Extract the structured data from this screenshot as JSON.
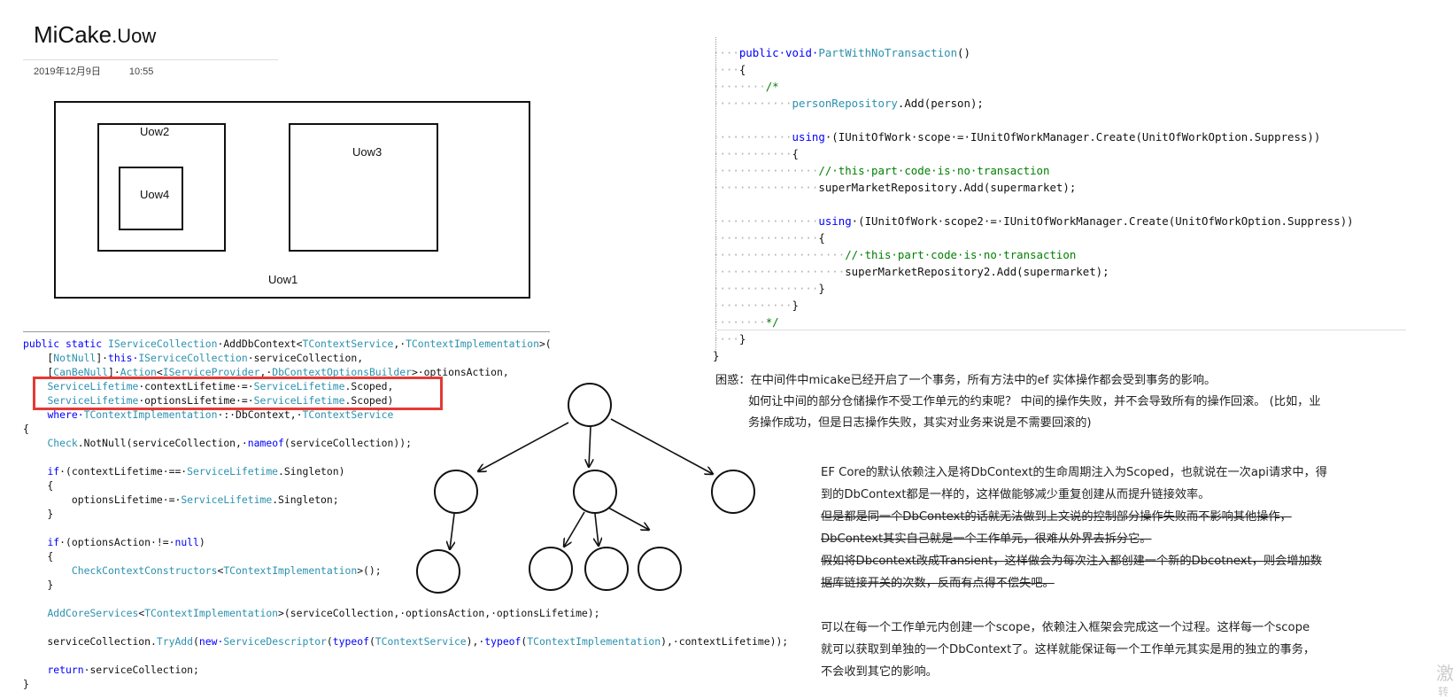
{
  "header": {
    "title_main": "MiCake",
    "title_suffix": ".Uow",
    "date": "2019年12月9日",
    "time": "10:55"
  },
  "uow_diagram": {
    "labels": [
      "Uow1",
      "Uow2",
      "Uow3",
      "Uow4"
    ]
  },
  "left_code": [
    [
      [
        "kw",
        "public static "
      ],
      [
        "ty",
        "IServiceCollection"
      ],
      [
        "",
        "·AddDbContext<"
      ],
      [
        "ty",
        "TContextService"
      ],
      [
        "",
        ",·"
      ],
      [
        "ty",
        "TContextImplementation"
      ],
      [
        "",
        ">("
      ]
    ],
    [
      [
        "",
        "    ["
      ],
      [
        "ty",
        "NotNull"
      ],
      [
        "",
        "]·"
      ],
      [
        "kw",
        "this·"
      ],
      [
        "ty",
        "IServiceCollection"
      ],
      [
        "",
        "·serviceCollection,"
      ]
    ],
    [
      [
        "",
        "    ["
      ],
      [
        "ty",
        "CanBeNull"
      ],
      [
        "",
        "]·"
      ],
      [
        "ty",
        "Action"
      ],
      [
        "",
        "<"
      ],
      [
        "ty",
        "IServiceProvider"
      ],
      [
        "",
        ",·"
      ],
      [
        "ty",
        "DbContextOptionsBuilder"
      ],
      [
        "",
        ">·optionsAction,"
      ]
    ],
    [
      [
        "",
        "    "
      ],
      [
        "ty",
        "ServiceLifetime"
      ],
      [
        "",
        "·contextLifetime·=·"
      ],
      [
        "ty",
        "ServiceLifetime"
      ],
      [
        "",
        ".Scoped,"
      ]
    ],
    [
      [
        "",
        "    "
      ],
      [
        "ty",
        "ServiceLifetime"
      ],
      [
        "",
        "·optionsLifetime·=·"
      ],
      [
        "ty",
        "ServiceLifetime"
      ],
      [
        "",
        ".Scoped)"
      ]
    ],
    [
      [
        "",
        "    "
      ],
      [
        "kw",
        "where·"
      ],
      [
        "ty",
        "TContextImplementation"
      ],
      [
        "",
        "·:·DbContext,·"
      ],
      [
        "ty",
        "TContextService"
      ]
    ],
    [
      [
        "",
        "{"
      ]
    ],
    [
      [
        "",
        "    "
      ],
      [
        "ty",
        "Check"
      ],
      [
        "",
        ".NotNull(serviceCollection,·"
      ],
      [
        "kw",
        "nameof"
      ],
      [
        "",
        "(serviceCollection));"
      ]
    ],
    [
      [
        "",
        ""
      ]
    ],
    [
      [
        "",
        "    "
      ],
      [
        "kw",
        "if"
      ],
      [
        "",
        "·(contextLifetime·==·"
      ],
      [
        "ty",
        "ServiceLifetime"
      ],
      [
        "",
        ".Singleton)"
      ]
    ],
    [
      [
        "",
        "    {"
      ]
    ],
    [
      [
        "",
        "        optionsLifetime·=·"
      ],
      [
        "ty",
        "ServiceLifetime"
      ],
      [
        "",
        ".Singleton;"
      ]
    ],
    [
      [
        "",
        "    }"
      ]
    ],
    [
      [
        "",
        ""
      ]
    ],
    [
      [
        "",
        "    "
      ],
      [
        "kw",
        "if"
      ],
      [
        "",
        "·(optionsAction·!=·"
      ],
      [
        "kw",
        "null"
      ],
      [
        "",
        ")"
      ]
    ],
    [
      [
        "",
        "    {"
      ]
    ],
    [
      [
        "",
        "        "
      ],
      [
        "ty",
        "CheckContextConstructors"
      ],
      [
        "",
        "<"
      ],
      [
        "ty",
        "TContextImplementation"
      ],
      [
        "",
        ">();"
      ]
    ],
    [
      [
        "",
        "    }"
      ]
    ],
    [
      [
        "",
        ""
      ]
    ],
    [
      [
        "",
        "    "
      ],
      [
        "ty",
        "AddCoreServices"
      ],
      [
        "",
        "<"
      ],
      [
        "ty",
        "TContextImplementation"
      ],
      [
        "",
        ">(serviceCollection,·optionsAction,·optionsLifetime);"
      ]
    ],
    [
      [
        "",
        ""
      ]
    ],
    [
      [
        "",
        "    serviceCollection."
      ],
      [
        "ty",
        "TryAdd"
      ],
      [
        "",
        "("
      ],
      [
        "kw",
        "new·"
      ],
      [
        "ty",
        "ServiceDescriptor"
      ],
      [
        "",
        "("
      ],
      [
        "kw",
        "typeof"
      ],
      [
        "",
        "("
      ],
      [
        "ty",
        "TContextService"
      ],
      [
        "",
        "),·"
      ],
      [
        "kw",
        "typeof"
      ],
      [
        "",
        "("
      ],
      [
        "ty",
        "TContextImplementation"
      ],
      [
        "",
        "),·contextLifetime));"
      ]
    ],
    [
      [
        "",
        ""
      ]
    ],
    [
      [
        "",
        "    "
      ],
      [
        "kw",
        "return"
      ],
      [
        "",
        "·serviceCollection;"
      ]
    ],
    [
      [
        "",
        "}"
      ]
    ]
  ],
  "right_code": [
    [
      [
        "dot",
        "····"
      ],
      [
        "kw",
        "public·void·"
      ],
      [
        "ty",
        "PartWithNoTransaction"
      ],
      [
        "",
        "()"
      ]
    ],
    [
      [
        "dot",
        "····"
      ],
      [
        "",
        "{"
      ]
    ],
    [
      [
        "dot",
        "········"
      ],
      [
        "cm",
        "/*"
      ]
    ],
    [
      [
        "dot",
        "············"
      ],
      [
        "ty",
        "personRepository"
      ],
      [
        "",
        ".Add(person);"
      ]
    ],
    [
      [
        "",
        ""
      ]
    ],
    [
      [
        "dot",
        "············"
      ],
      [
        "kw",
        "using"
      ],
      [
        "",
        "·(IUnitOfWork·scope·=·IUnitOfWorkManager.Create(UnitOfWorkOption.Suppress))"
      ]
    ],
    [
      [
        "dot",
        "············"
      ],
      [
        "",
        "{"
      ]
    ],
    [
      [
        "dot",
        "················"
      ],
      [
        "cm",
        "//·this·part·code·is·no·transaction"
      ]
    ],
    [
      [
        "dot",
        "················"
      ],
      [
        "",
        "superMarketRepository.Add(supermarket);"
      ]
    ],
    [
      [
        "",
        ""
      ]
    ],
    [
      [
        "dot",
        "················"
      ],
      [
        "kw",
        "using"
      ],
      [
        "",
        "·(IUnitOfWork·scope2·=·IUnitOfWorkManager.Create(UnitOfWorkOption.Suppress))"
      ]
    ],
    [
      [
        "dot",
        "················"
      ],
      [
        "",
        "{"
      ]
    ],
    [
      [
        "dot",
        "····················"
      ],
      [
        "cm",
        "//·this·part·code·is·no·transaction"
      ]
    ],
    [
      [
        "dot",
        "····················"
      ],
      [
        "",
        "superMarketRepository2.Add(supermarket);"
      ]
    ],
    [
      [
        "dot",
        "················"
      ],
      [
        "",
        "}"
      ]
    ],
    [
      [
        "dot",
        "············"
      ],
      [
        "",
        "}"
      ]
    ],
    [
      [
        "dot",
        "········"
      ],
      [
        "cm",
        "*/"
      ]
    ],
    [
      [
        "dot",
        "····"
      ],
      [
        "",
        "}"
      ]
    ],
    [
      [
        "",
        "}"
      ]
    ]
  ],
  "notes": {
    "question_line1": "困惑：在中间件中micake已经开启了一个事务，所有方法中的ef 实体操作都会受到事务的影响。",
    "question_line2": "如何让中间的部分仓储操作不受工作单元的约束呢？   中间的操作失败，并不会导致所有的操作回滚。  (比如，业",
    "question_line3": "务操作成功，但是日志操作失败，其实对业务来说是不需要回滚的)",
    "ef_line1": "EF Core的默认依赖注入是将DbContext的生命周期注入为Scoped，也就说在一次api请求中，得",
    "ef_line2": "到的DbContext都是一样的，这样做能够减少重复创建从而提升链接效率。",
    "strike_line1": "但是都是同一个DbContext的话就无法做到上文说的控制部分操作失败而不影响其他操作，",
    "strike_line2": "DbContext其实自己就是一个工作单元，很难从外界去拆分它。",
    "strike_line3": "假如将Dbcontext改成Transient，这样做会为每次注入都创建一个新的Dbcotnext，则会增加数",
    "strike_line4": "据库链接开关的次数，反而有点得不偿失吧。",
    "scope_line1": "可以在每一个工作单元内创建一个scope，依赖注入框架会完成这一个过程。这样每一个scope",
    "scope_line2": "就可以获取到单独的一个DbContext了。这样就能保证每一个工作单元其实是用的独立的事务，",
    "scope_line3": "不会收到其它的影响。"
  },
  "watermark": {
    "line1": "激",
    "line2": "转"
  }
}
